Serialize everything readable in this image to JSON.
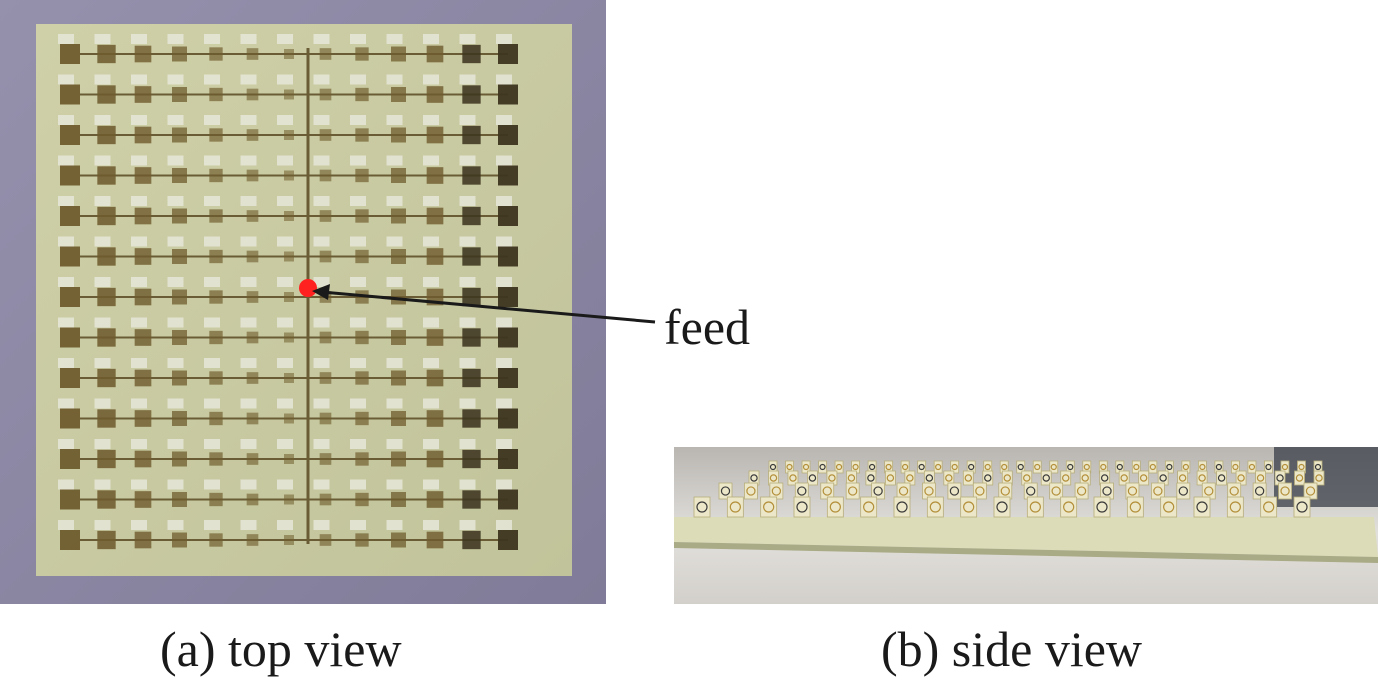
{
  "annotation": {
    "feed_label": "feed"
  },
  "captions": {
    "top_view": "(a) top view",
    "side_view": "(b) side view"
  },
  "colors": {
    "background_purple": "#8d88a6",
    "board": "#c9cba2",
    "patch": "#6f5c2e",
    "feed_dot": "#ff2020"
  }
}
